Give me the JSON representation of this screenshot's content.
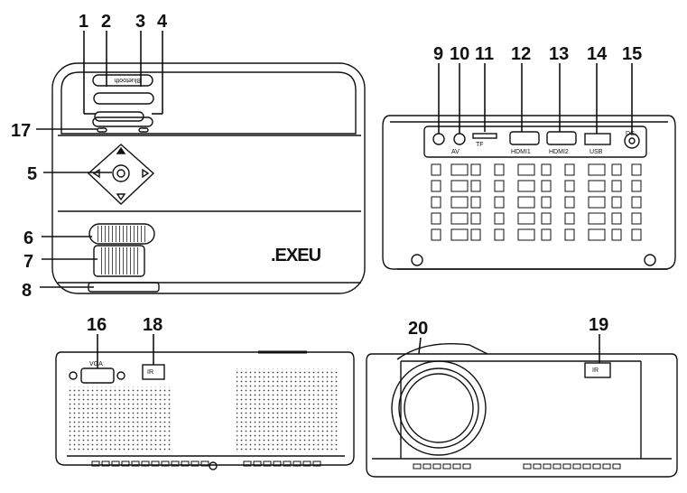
{
  "callouts": {
    "c1": "1",
    "c2": "2",
    "c3": "3",
    "c4": "4",
    "c5": "5",
    "c6": "6",
    "c7": "7",
    "c8": "8",
    "c9": "9",
    "c10": "10",
    "c11": "11",
    "c12": "12",
    "c13": "13",
    "c14": "14",
    "c15": "15",
    "c16": "16",
    "c17": "17",
    "c18": "18",
    "c19": "19",
    "c20": "20"
  },
  "top_view": {
    "brand": ".EXEU",
    "bluetooth_label": "Bluetooth"
  },
  "back_view": {
    "av_label": "AV",
    "tf_label": "TF",
    "hdmi1_label": "HDMI1",
    "hdmi2_label": "HDMI2",
    "usb_label": "USB",
    "dc_label": "DC"
  },
  "left_view": {
    "vga_label": "VGA",
    "ir_label": "IR"
  },
  "front_view": {
    "ir_label": "IR"
  }
}
